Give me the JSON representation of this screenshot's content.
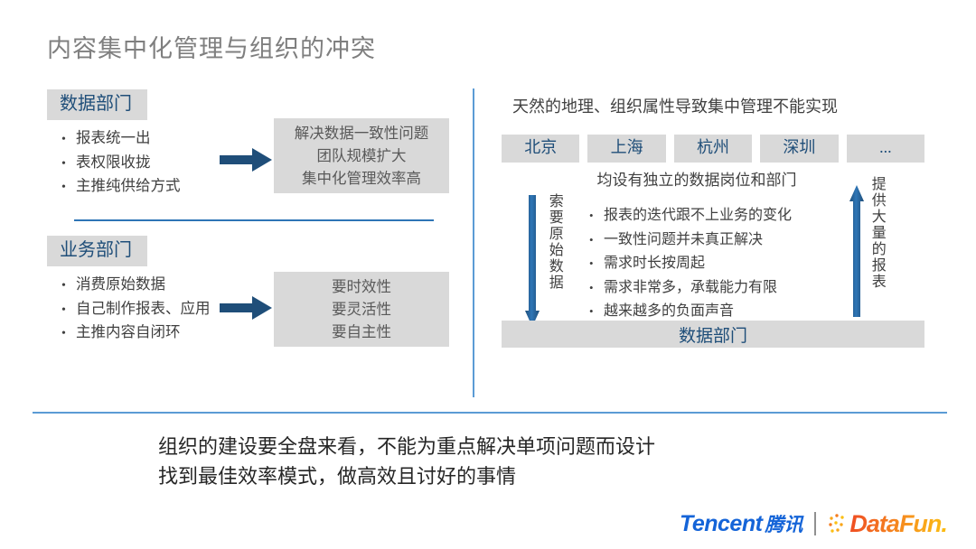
{
  "slide": {
    "title": "内容集中化管理与组织的冲突"
  },
  "left_panel": {
    "data_dept": {
      "header": "数据部门",
      "bullets": [
        "报表统一出",
        "表权限收拢",
        "主推纯供给方式"
      ],
      "arrow_icon": "arrow-right-icon",
      "result_lines": [
        "解决数据一致性问题",
        "团队规模扩大",
        "集中化管理效率高"
      ]
    },
    "business_dept": {
      "header": "业务部门",
      "bullets": [
        "消费原始数据",
        "自己制作报表、应用",
        "主推内容自闭环"
      ],
      "arrow_icon": "arrow-right-icon",
      "result_lines": [
        "要时效性",
        "要灵活性",
        "要自主性"
      ]
    }
  },
  "right_panel": {
    "heading": "天然的地理、组织属性导致集中管理不能实现",
    "cities": [
      "北京",
      "上海",
      "杭州",
      "深圳",
      "..."
    ],
    "sub_caption": "均设有独立的数据岗位和部门",
    "left_flow": {
      "arrow_icon": "arrow-down-icon",
      "label": "索要原始数据"
    },
    "right_flow": {
      "arrow_icon": "arrow-up-icon",
      "label": "提供大量的报表"
    },
    "issues": [
      "报表的迭代跟不上业务的变化",
      "一致性问题并未真正解决",
      "需求时长按周起",
      "需求非常多，承载能力有限",
      "越来越多的负面声音"
    ],
    "dept_bar": "数据部门"
  },
  "conclusion": {
    "line1": "组织的建设要全盘来看，不能为重点解决单项问题而设计",
    "line2": "找到最佳效率模式，做高效且讨好的事情"
  },
  "footer": {
    "tencent_en": "Tencent",
    "tencent_cn": "腾讯",
    "datafun": "DataFun.",
    "datafun_dots_icon": "datafun-dots-icon"
  },
  "colors": {
    "title_gray": "#7f7f7f",
    "accent_blue": "#1f4e79",
    "divider_blue": "#5b9bd5",
    "arrow_blue": "#1f4e79",
    "box_gray": "#d9d9d9",
    "tencent_blue": "#1464d8",
    "datafun_orange": "#f47c20"
  },
  "bullet_glyph": "•"
}
